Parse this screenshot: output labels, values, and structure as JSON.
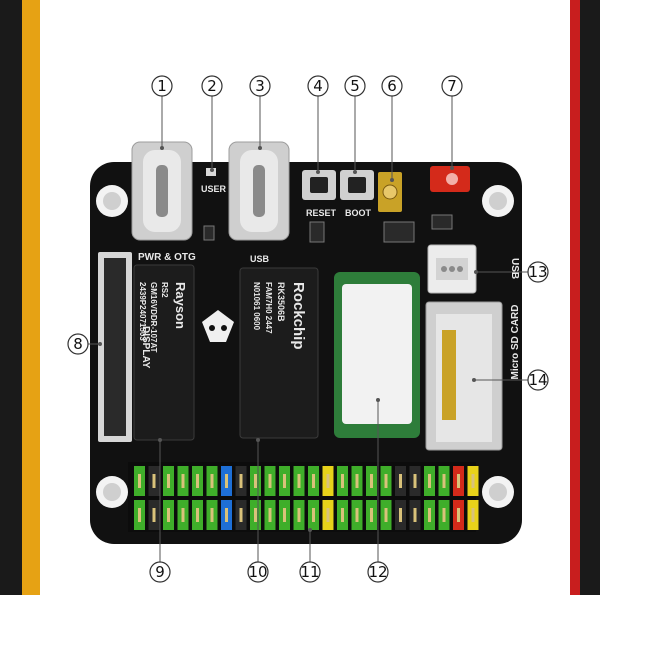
{
  "colors": {
    "frame_outer": "#1a1a1a",
    "frame_accent": "#c81e1e",
    "frame_gold": "#e6a214",
    "pcb": "#111111",
    "pin_green": "#3fae2a",
    "pin_blue": "#1e6fd6",
    "pin_yellow": "#e8d21a",
    "pin_red": "#d42a1a",
    "chip_black": "#1c1c1c",
    "module_green": "#2e7d3a",
    "module_white": "#f2f2f2"
  },
  "silkscreen": {
    "pwr_otg": "PWR & OTG",
    "user": "USER",
    "usb_left": "USB",
    "reset": "RESET",
    "boot": "BOOT",
    "display": "DISPLAY",
    "usb_right": "USB",
    "microsd": "Micro SD CARD"
  },
  "chips": {
    "ram": {
      "brand": "Rayson",
      "line1": "RS2",
      "line2": "GM16VDDR-107AT",
      "line3": "2439P24071503"
    },
    "soc": {
      "brand": "Rockchip",
      "line1": "RK3506B",
      "line2": "FAM7H0 2447",
      "line3": "N01061 0600"
    }
  },
  "callouts": [
    {
      "n": "1"
    },
    {
      "n": "2"
    },
    {
      "n": "3"
    },
    {
      "n": "4"
    },
    {
      "n": "5"
    },
    {
      "n": "6"
    },
    {
      "n": "7"
    },
    {
      "n": "8"
    },
    {
      "n": "9"
    },
    {
      "n": "10"
    },
    {
      "n": "11"
    },
    {
      "n": "12"
    },
    {
      "n": "13"
    },
    {
      "n": "14"
    }
  ],
  "header_pins": [
    "green",
    "black",
    "green",
    "green",
    "green",
    "green",
    "blue",
    "black",
    "green",
    "green",
    "green",
    "green",
    "green",
    "yellow",
    "green",
    "green",
    "green",
    "green",
    "black",
    "black",
    "green",
    "green",
    "red",
    "yellow"
  ]
}
